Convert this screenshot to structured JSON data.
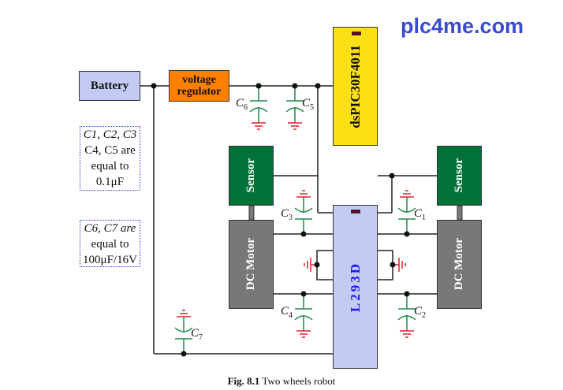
{
  "watermark": "plc4me.com",
  "caption": {
    "prefix": "Fig. 8.1",
    "text": " Two wheels robot"
  },
  "blocks": {
    "battery": "Battery",
    "regulator_line1": "voltage",
    "regulator_line2": "regulator",
    "mcu": "dsPIC30F4011",
    "driver": "L293D",
    "sensor_left": "Sensor",
    "sensor_right": "Sensor",
    "motor_left": "DC Motor",
    "motor_right": "DC Motor"
  },
  "notes": {
    "small_caps": {
      "line1": "C1, C2, C3",
      "line2": "C4, C5 are",
      "line3": "equal to",
      "line4": "0.1μF"
    },
    "big_caps": {
      "line1": "C6, C7 are",
      "line2": "equal to",
      "line3": "100μF/16V"
    }
  },
  "capacitors": [
    {
      "name": "C1",
      "letter": "C",
      "sub": "1"
    },
    {
      "name": "C2",
      "letter": "C",
      "sub": "2"
    },
    {
      "name": "C3",
      "letter": "C",
      "sub": "3"
    },
    {
      "name": "C4",
      "letter": "C",
      "sub": "4"
    },
    {
      "name": "C5",
      "letter": "C",
      "sub": "5"
    },
    {
      "name": "C6",
      "letter": "C",
      "sub": "6"
    },
    {
      "name": "C7",
      "letter": "C",
      "sub": "7"
    }
  ],
  "colors": {
    "wire": "#222222",
    "capacitor": "#1e8a4a",
    "ground": "#e0202a",
    "battery_fill": "#c3cbf4",
    "regulator_fill": "#ff8000",
    "mcu_fill": "#fbe015",
    "sensor_fill": "#007238",
    "motor_fill": "#787878",
    "brand": "#3a4bd1"
  }
}
